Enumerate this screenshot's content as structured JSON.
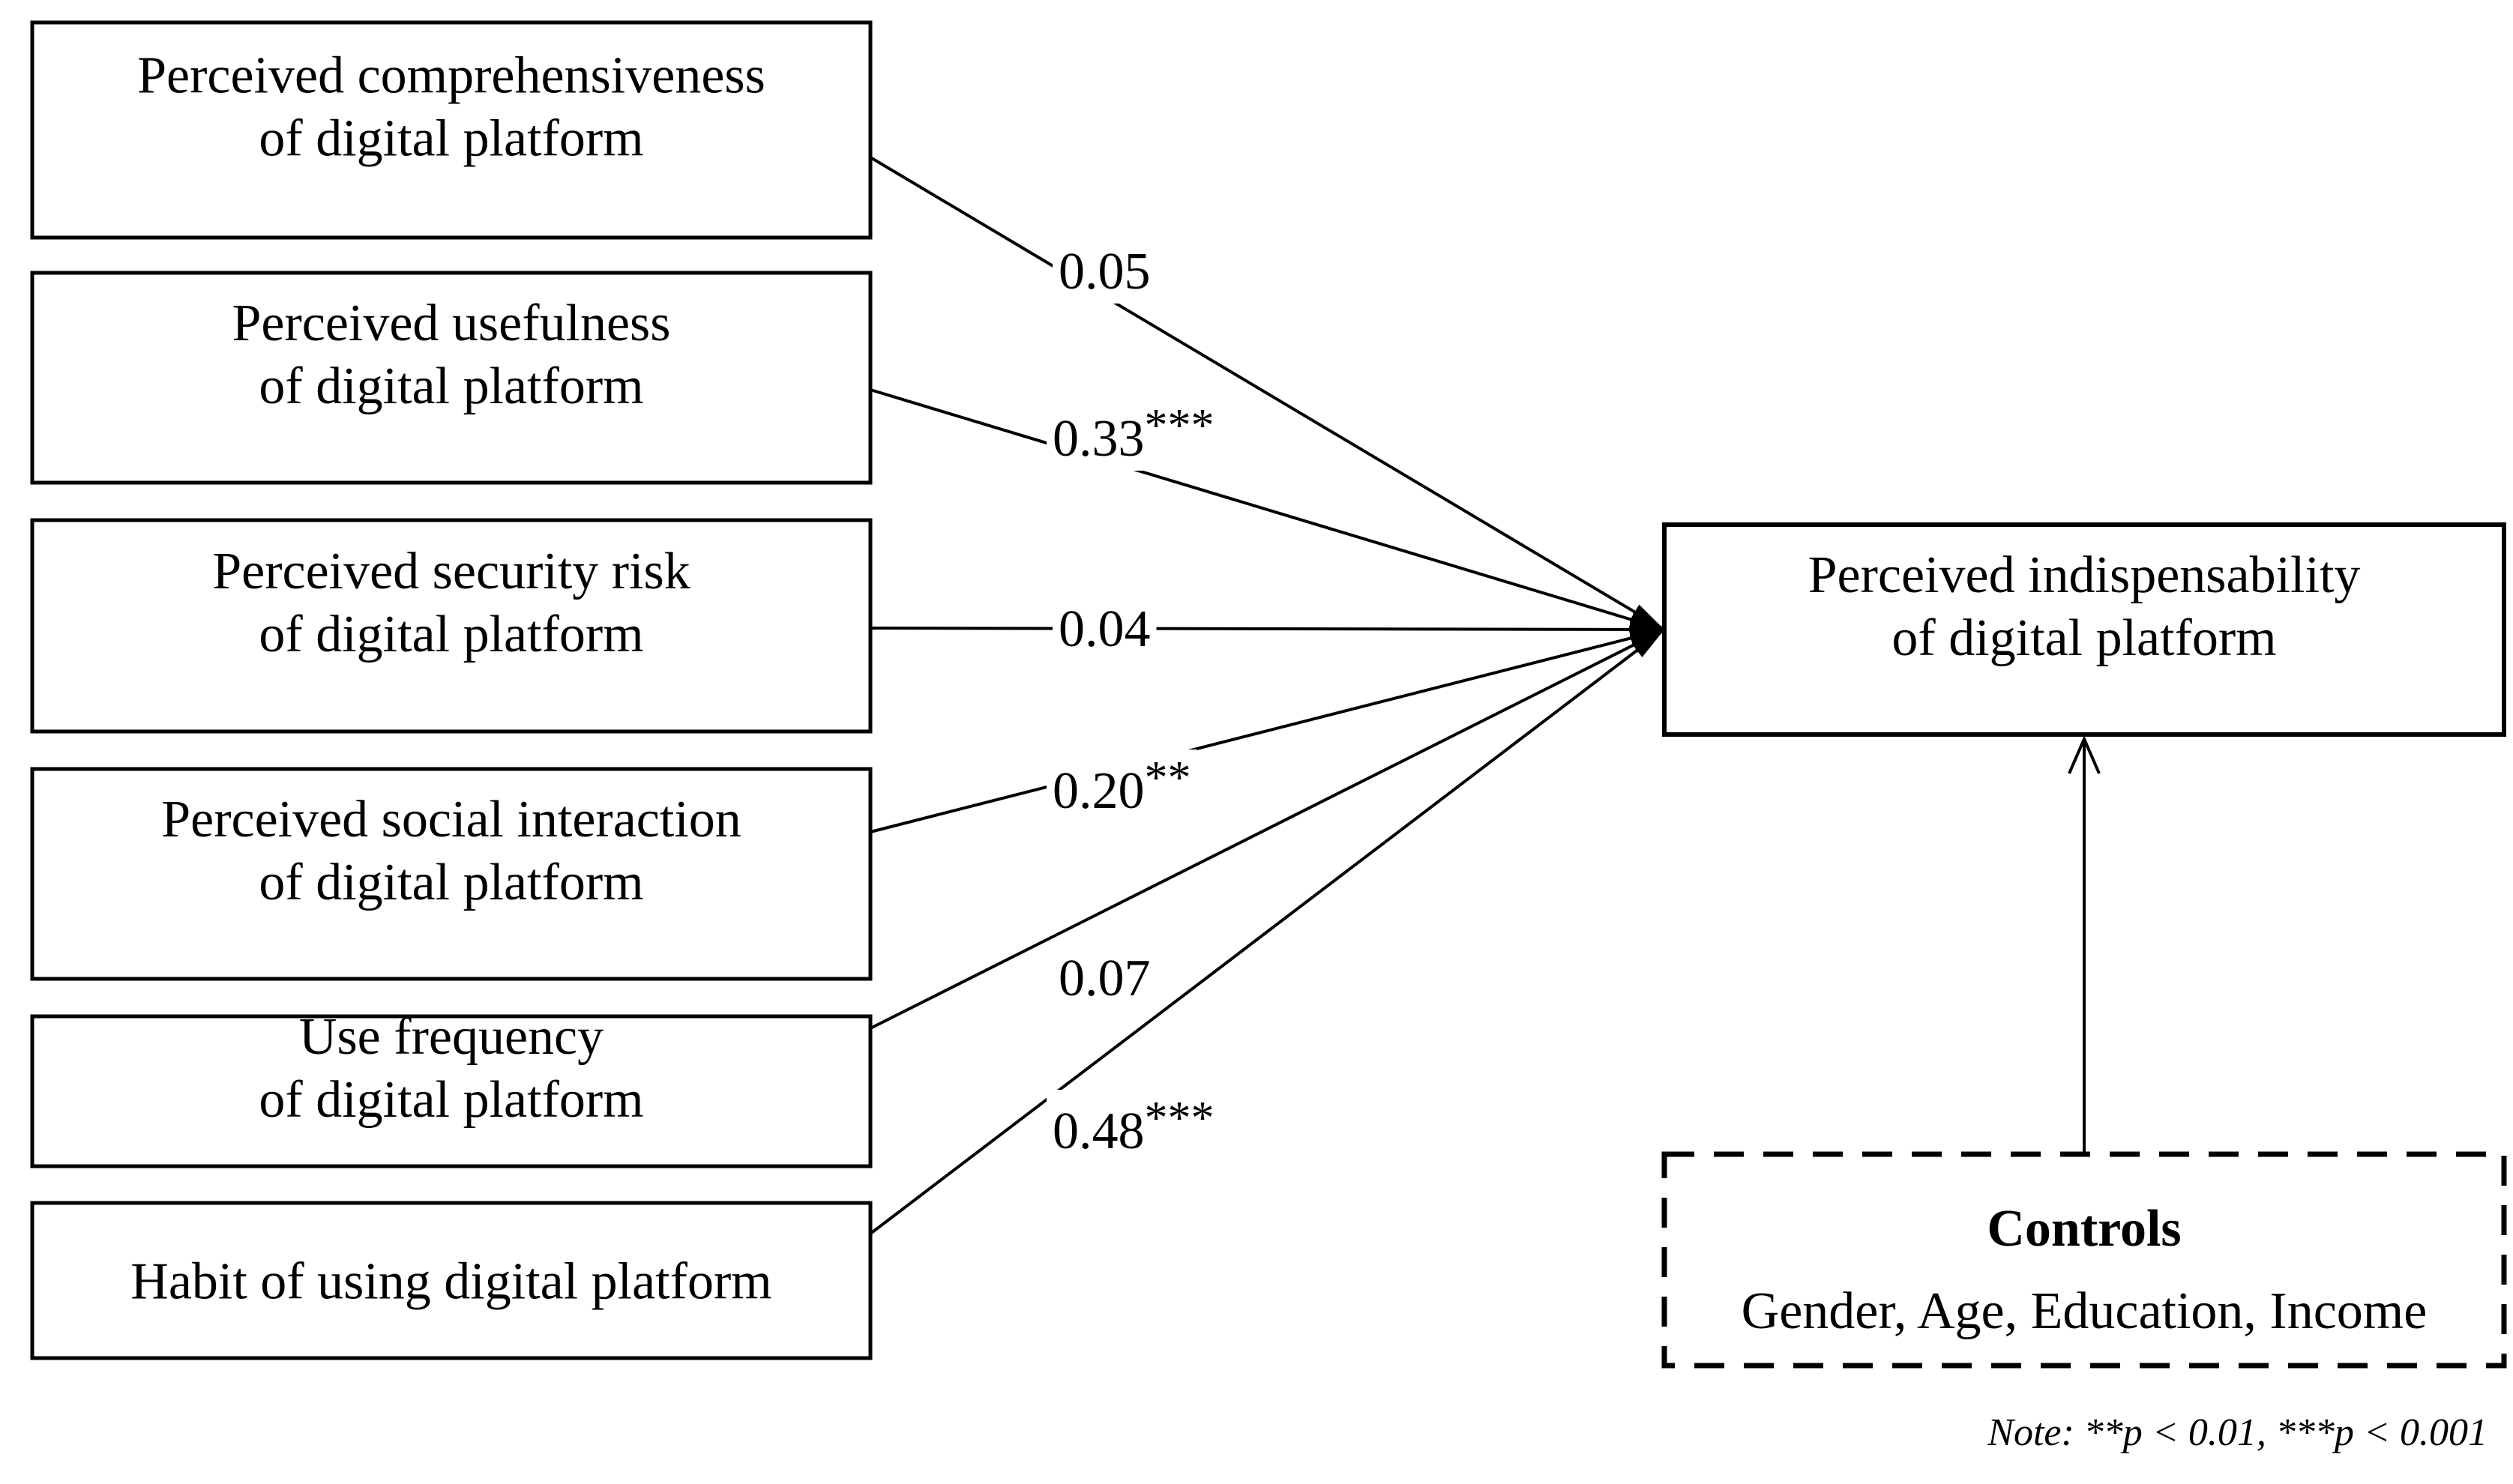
{
  "diagram": {
    "predictors": [
      {
        "label_lines": [
          "Perceived comprehensiveness",
          "of digital platform"
        ],
        "coefficient": "0.05",
        "significance": ""
      },
      {
        "label_lines": [
          "Perceived usefulness",
          "of digital platform"
        ],
        "coefficient": "0.33",
        "significance": "***"
      },
      {
        "label_lines": [
          "Perceived security risk",
          "of digital platform"
        ],
        "coefficient": "0.04",
        "significance": ""
      },
      {
        "label_lines": [
          "Perceived social interaction",
          "of digital platform"
        ],
        "coefficient": "0.20",
        "significance": "**"
      },
      {
        "label_lines": [
          "Use frequency",
          "of digital platform"
        ],
        "coefficient": "0.07",
        "significance": ""
      },
      {
        "label_lines": [
          "Habit of using digital platform"
        ],
        "coefficient": "0.48",
        "significance": "***"
      }
    ],
    "outcome": {
      "label_lines": [
        "Perceived indispensability",
        "of digital platform"
      ]
    },
    "controls": {
      "title": "Controls",
      "variables": "Gender, Age, Education, Income"
    },
    "note": "Note: **p < 0.01, ***p < 0.001",
    "colors": {
      "ink": "#000000",
      "background": "#ffffff"
    }
  }
}
